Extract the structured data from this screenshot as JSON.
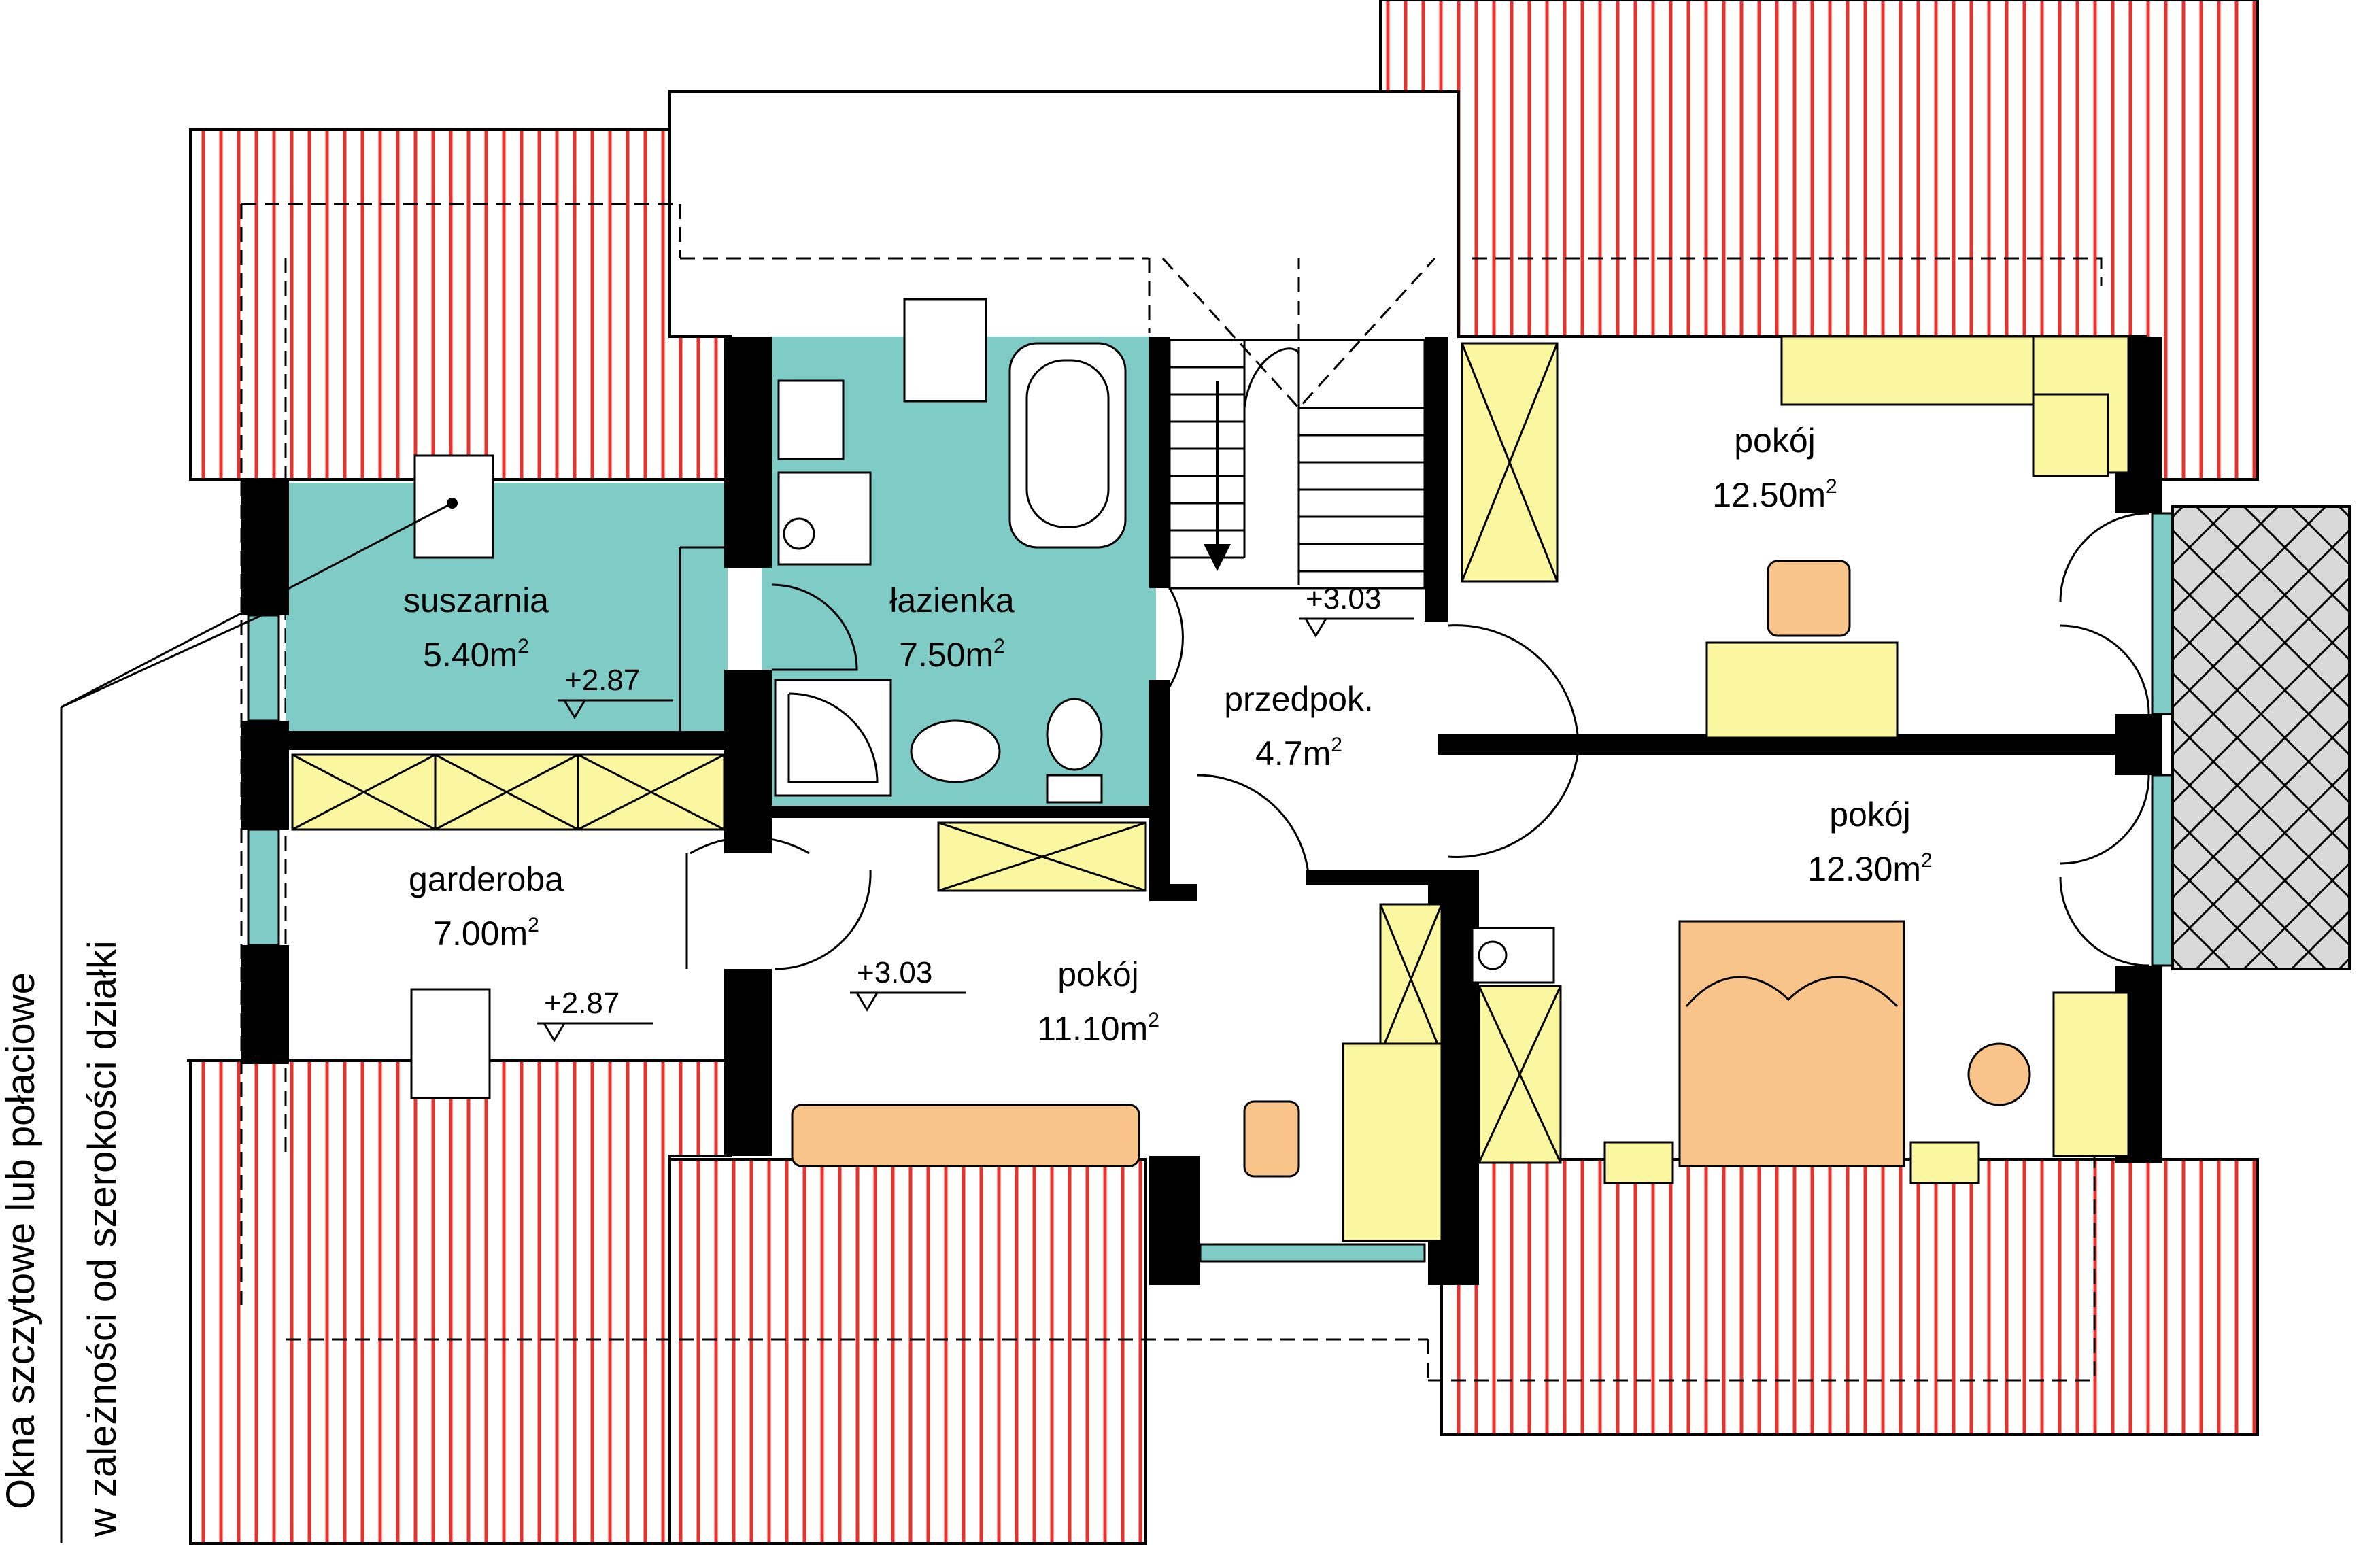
{
  "rooms": {
    "suszarnia": {
      "name": "suszarnia",
      "area": "5.40m",
      "exp": "2"
    },
    "lazienka": {
      "name": "łazienka",
      "area": "7.50m",
      "exp": "2"
    },
    "przedpok": {
      "name": "przedpok.",
      "area": "4.7m",
      "exp": "2"
    },
    "pokoj_ne": {
      "name": "pokój",
      "area": "12.50m",
      "exp": "2"
    },
    "pokoj_e": {
      "name": "pokój",
      "area": "12.30m",
      "exp": "2"
    },
    "garderoba": {
      "name": "garderoba",
      "area": "7.00m",
      "exp": "2"
    },
    "pokoj_s": {
      "name": "pokój",
      "area": "11.10m",
      "exp": "2"
    }
  },
  "levels": {
    "suszarnia": "+2.87",
    "garderoba": "+2.87",
    "pokoj_s": "+3.03",
    "przedpok": "+3.03"
  },
  "note": {
    "line1": "Okna szczytowe lub połaciowe",
    "line2": "w zależności od szerokości działki"
  },
  "colors": {
    "roof_hatch": "#e8322e",
    "wet_room": "#7fccc7",
    "furniture": "#fbf7a0",
    "sofa": "#f8c48a",
    "wall": "#000000"
  }
}
